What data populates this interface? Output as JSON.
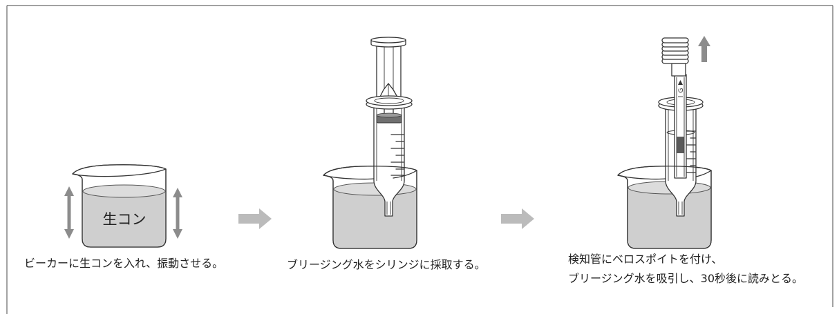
{
  "steps": [
    {
      "caption_lines": [
        "ビーカーに生コンを入れ、振動させる。"
      ],
      "beaker_label": "生コン"
    },
    {
      "caption_lines": [
        "ブリージング水をシリンジに採取する。"
      ]
    },
    {
      "caption_lines": [
        "検知管にベロスポイトを付け、",
        "ブリージング水を吸引し、30秒後に読みとる。"
      ],
      "tube_marking": "G"
    }
  ],
  "colors": {
    "line": "#333333",
    "liquid": "#cfcfcf",
    "liquid_top": "#dcdcdc",
    "flow_arrow": "#bbbbbb",
    "motion_arrow": "#8c8c8c",
    "stopper": "#6f6f6f"
  },
  "icons": {
    "flow_arrow": "right-arrow-icon",
    "motion_arrow": "vertical-double-arrow-icon",
    "lift_arrow": "up-arrow-icon"
  }
}
